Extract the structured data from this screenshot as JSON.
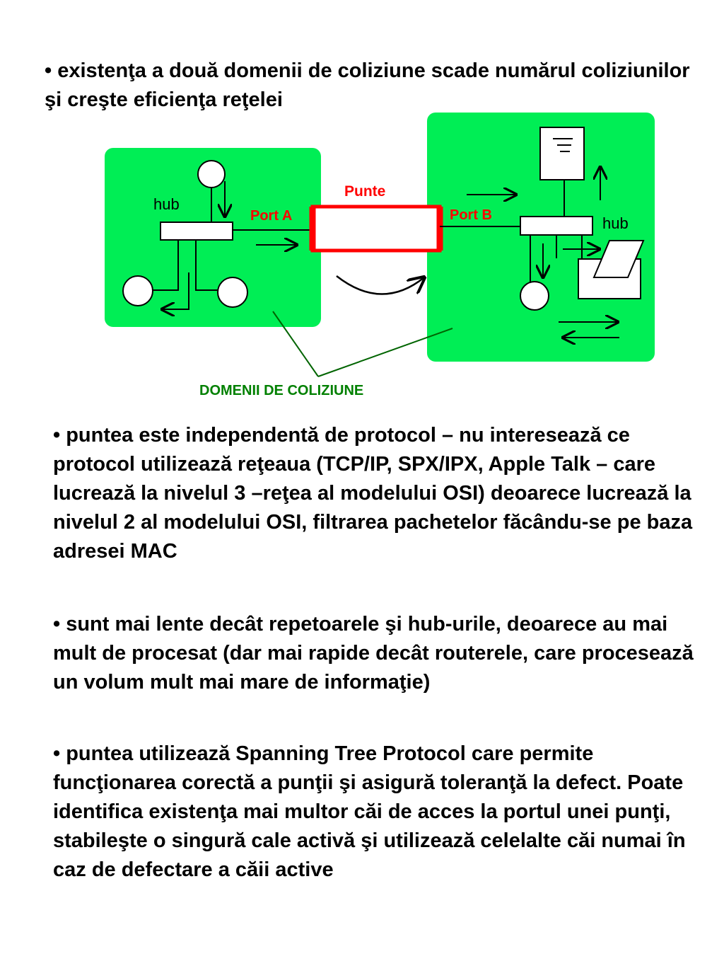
{
  "paragraphs": {
    "p1": "• existenţa a două domenii de coliziune scade numărul coliziunilor şi creşte eficienţa reţelei",
    "p2": "• puntea este independentă de protocol – nu interesează ce protocol utilizează reţeaua (TCP/IP, SPX/IPX, Apple Talk – care lucrează la nivelul 3 –reţea al modelului OSI) deoarece lucrează la nivelul 2 al modelului OSI, filtrarea pachetelor făcându-se pe baza adresei MAC",
    "p3": "• sunt mai lente decât repetoarele şi hub-urile, deoarece au mai mult de procesat (dar mai rapide decât routerele, care procesează un volum mult mai mare de informaţie)",
    "p4": "• puntea utilizează Spanning Tree Protocol care permite funcţionarea corectă a punţii şi asigură toleranţă la defect. Poate identifica existenţa mai multor căi de acces la portul unei punţi, stabileşte o singură cale activă şi utilizează celelalte căi numai în caz de defectare a căii active"
  },
  "diagram": {
    "hub_left_label": "hub",
    "hub_right_label": "hub",
    "bridge_label": "Punte",
    "port_a_label": "Port A",
    "port_b_label": "Port B",
    "domains_label": "DOMENII DE COLIZIUNE",
    "colors": {
      "domain_fill": "#00ee55",
      "bridge": "#ff0000",
      "domains_label": "#008000",
      "pointer_line": "#006400"
    }
  }
}
